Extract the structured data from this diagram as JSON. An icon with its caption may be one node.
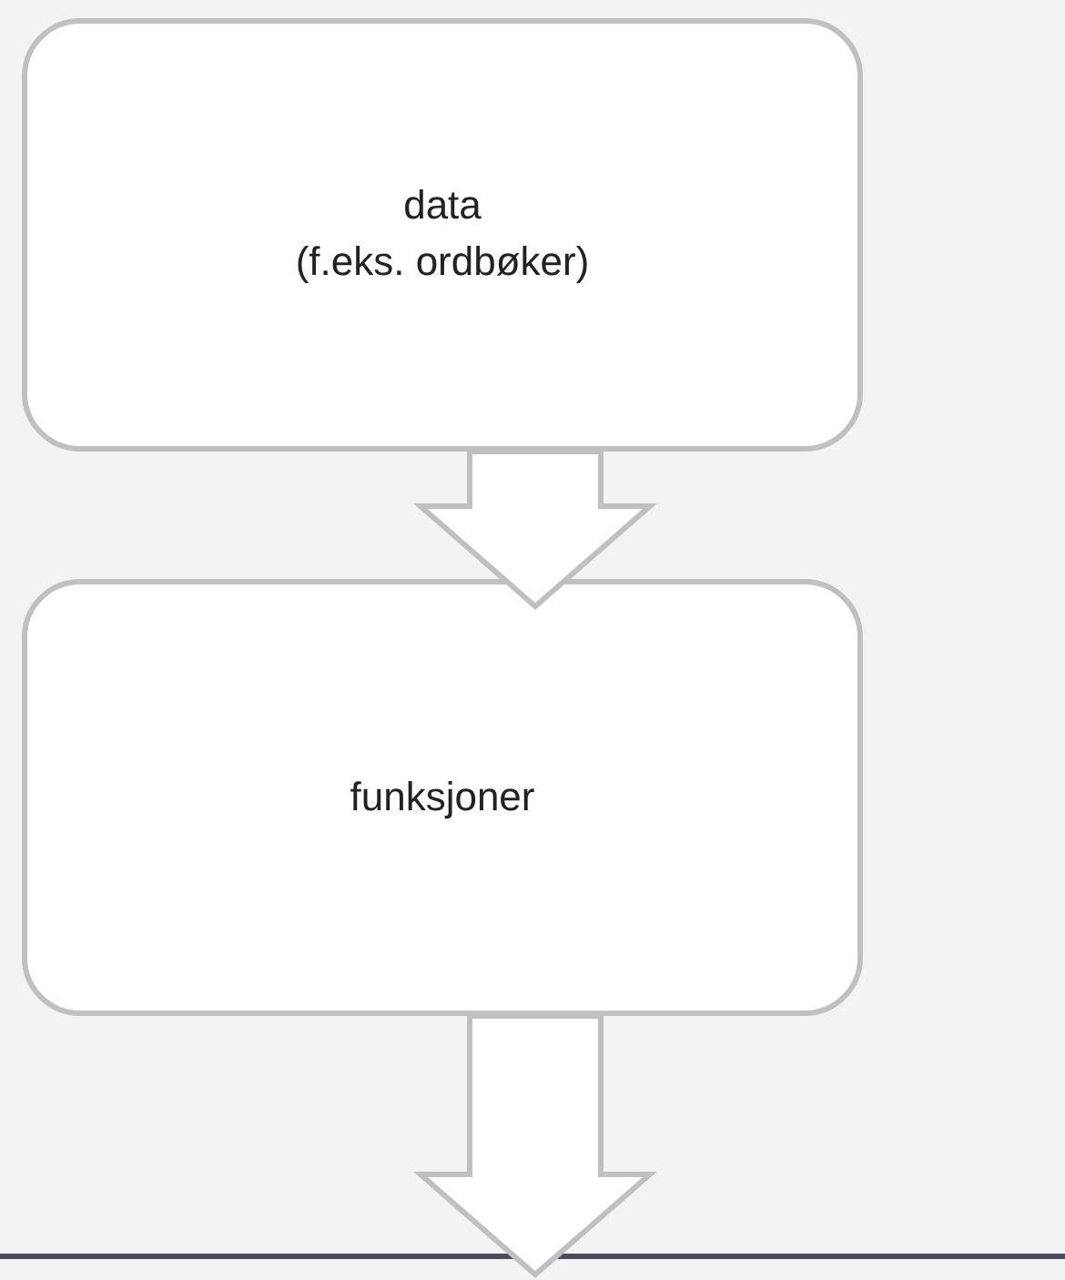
{
  "diagram": {
    "nodes": [
      {
        "text": [
          "data",
          "(f.eks. ordbøker)"
        ]
      },
      {
        "text": [
          "funksjoner"
        ]
      }
    ],
    "edges": [
      {
        "from": 0,
        "to": 1,
        "arrow": "to"
      },
      {
        "from": 1,
        "to": null,
        "arrow": "to"
      }
    ]
  }
}
